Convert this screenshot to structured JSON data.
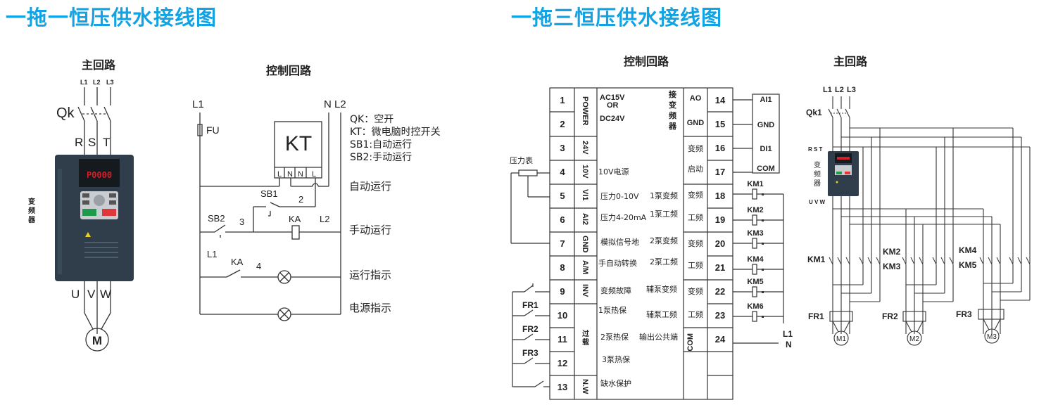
{
  "titles": {
    "left": "一拖一恒压供水接线图",
    "right": "一拖三恒压供水接线图"
  },
  "colors": {
    "title": "#11a3e3",
    "line": "#333333",
    "vfd_body": "#2f3e4a",
    "vfd_green": "#1e9a4a",
    "vfd_red": "#e0383a",
    "display": "#d2202a"
  },
  "one_pump": {
    "main_circuit": {
      "heading": "主回路",
      "phases": [
        "L1",
        "L2",
        "L3"
      ],
      "breaker": "Qk",
      "inputs": [
        "R",
        "S",
        "T"
      ],
      "vfd_label": "变频器",
      "outputs": [
        "U",
        "V",
        "W"
      ],
      "motor": "M",
      "display": "P0000"
    },
    "control_circuit": {
      "heading": "控制回路",
      "left_rail": "L1",
      "right_rail": "N L2",
      "fuse": "FU",
      "timer": "KT",
      "timer_terminals": [
        "L",
        "N",
        "N",
        "L"
      ],
      "legend": [
        "QK：空开",
        "KT：微电脑时控开关",
        "SB1:自动运行",
        "SB2:手动运行"
      ],
      "switches": {
        "sb1": "SB1",
        "sb2": "SB2",
        "ka_coil": "KA",
        "ka_contact": "KA",
        "l1": "L1",
        "l2": "L2"
      },
      "wire_numbers": [
        "2",
        "3",
        "4"
      ],
      "rungs": [
        "自动运行",
        "手动运行",
        "运行指示",
        "电源指示"
      ]
    }
  },
  "three_pump": {
    "control_circuit": {
      "heading": "控制回路",
      "pressure_gauge": "压力表",
      "left_terminals": [
        {
          "num": "1",
          "sig": "",
          "desc": ""
        },
        {
          "num": "2",
          "sig": "",
          "desc": ""
        },
        {
          "num": "3",
          "sig": "24V",
          "desc": ""
        },
        {
          "num": "4",
          "sig": "10V",
          "desc": "10V电源"
        },
        {
          "num": "5",
          "sig": "VI1",
          "desc": "压力0-10V"
        },
        {
          "num": "6",
          "sig": "AI2",
          "desc": "压力4-20mA"
        },
        {
          "num": "7",
          "sig": "GND",
          "desc": "模拟信号地"
        },
        {
          "num": "8",
          "sig": "A/M",
          "desc": "手自动转换"
        },
        {
          "num": "9",
          "sig": "INV",
          "desc": "变频故障"
        },
        {
          "num": "10",
          "sig": "",
          "desc": "1泵热保"
        },
        {
          "num": "11",
          "sig": "",
          "desc": "2泵热保"
        },
        {
          "num": "12",
          "sig": "",
          "desc": "3泵热保"
        },
        {
          "num": "13",
          "sig": "N.W",
          "desc": "缺水保护"
        }
      ],
      "power_sig": "POWER",
      "power_desc": [
        "AC15V",
        "OR",
        "DC24V"
      ],
      "overload_sig": "过载",
      "to_vfd": "接变频器",
      "right_descs": [
        "1泵变频",
        "1泵工频",
        "2泵变频",
        "2泵工频",
        "辅泵变频",
        "辅泵工频",
        "输出公共端"
      ],
      "right_terminals": [
        {
          "num": "14",
          "sig": "AO"
        },
        {
          "num": "15",
          "sig": "GND"
        },
        {
          "num": "16",
          "sig": "变频"
        },
        {
          "num": "17",
          "sig": "启动"
        },
        {
          "num": "18",
          "sig": "变频"
        },
        {
          "num": "19",
          "sig": "工频"
        },
        {
          "num": "20",
          "sig": "变频"
        },
        {
          "num": "21",
          "sig": "工频"
        },
        {
          "num": "22",
          "sig": "变频"
        },
        {
          "num": "23",
          "sig": "工频"
        },
        {
          "num": "24",
          "sig": "COM"
        }
      ],
      "vfd_terminals": [
        "AI1",
        "GND",
        "DI1",
        "COM"
      ],
      "contactors": [
        "KM1",
        "KM2",
        "KM3",
        "KM4",
        "KM5",
        "KM6"
      ],
      "thermal_relays": [
        "FR1",
        "FR2",
        "FR3"
      ],
      "supply": [
        "L1",
        "N"
      ]
    },
    "main_circuit": {
      "heading": "主回路",
      "phases": [
        "L1",
        "L2",
        "L3"
      ],
      "breaker": "Qk1",
      "inputs": "R S T",
      "vfd_label": "变频器",
      "outputs": "U V W",
      "contactors": [
        "KM1",
        "KM2",
        "KM3",
        "KM4",
        "KM5"
      ],
      "thermal_relays": [
        "FR1",
        "FR2",
        "FR3"
      ],
      "motors": [
        "M1",
        "M2",
        "M3"
      ]
    }
  }
}
